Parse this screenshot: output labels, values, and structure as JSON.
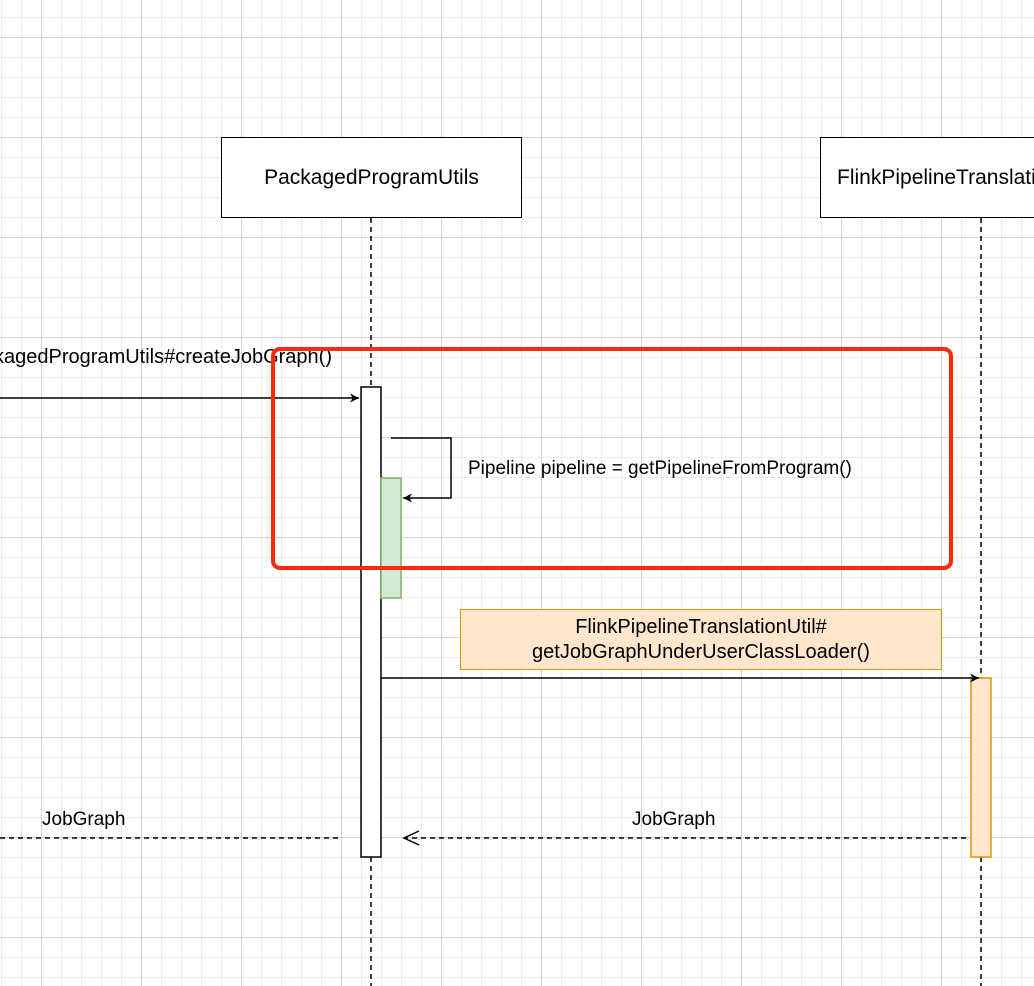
{
  "participants": {
    "left": {
      "label": "PackagedProgramUtils"
    },
    "right": {
      "label": "FlinkPipelineTranslationUtil"
    }
  },
  "messages": {
    "incoming": {
      "label": "PackagedProgramUtils#createJobGraph()"
    },
    "self_call": {
      "label": "Pipeline pipeline = getPipelineFromProgram()"
    },
    "translate_call": {
      "line1": "FlinkPipelineTranslationUtil#",
      "line2": "getJobGraphUnderUserClassLoader()"
    },
    "return_from_translation": {
      "label": "JobGraph"
    },
    "return_outgoing": {
      "label": "JobGraph"
    }
  },
  "colors": {
    "highlight_border": "#ff2a0b",
    "self_activation_fill": "#d5e8d4",
    "self_activation_stroke": "#82b366",
    "translation_fill": "#ffe6cc",
    "translation_stroke": "#d79b00"
  }
}
